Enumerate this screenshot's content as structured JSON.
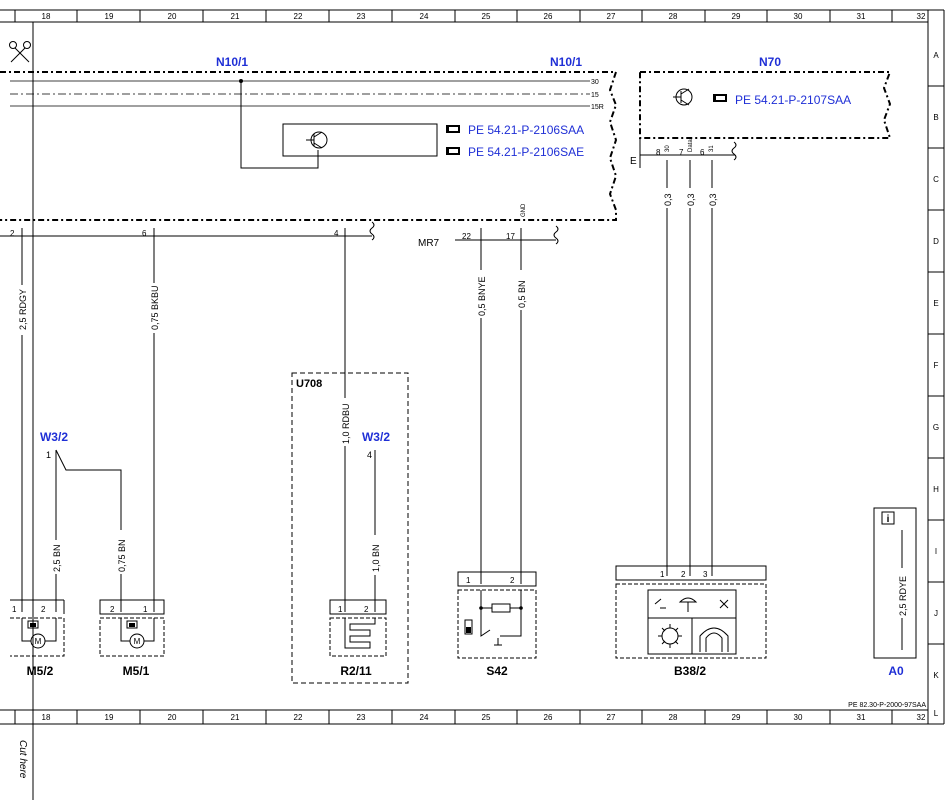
{
  "grid_columns": [
    "18",
    "19",
    "20",
    "21",
    "22",
    "23",
    "24",
    "25",
    "26",
    "27",
    "28",
    "29",
    "30",
    "31",
    "32"
  ],
  "grid_rows": [
    "A",
    "B",
    "C",
    "D",
    "E",
    "F",
    "G",
    "H",
    "I",
    "J",
    "K",
    "L"
  ],
  "modules": {
    "n10_1_left": "N10/1",
    "n10_1_right": "N10/1",
    "n70": "N70",
    "u708": "U708",
    "mr7": "MR7",
    "e_label": "E"
  },
  "bus_lines": {
    "l30": "30",
    "l15": "15",
    "l15r": "15R"
  },
  "references": {
    "ref_2106saa": "PE 54.21-P-2106SAA",
    "ref_2106sae": "PE 54.21-P-2106SAE",
    "ref_2107saa": "PE 54.21-P-2107SAA",
    "page_ref": "PE 82.30-P-2000-97SAA"
  },
  "pins": {
    "n10_2": "2",
    "n10_6": "6",
    "n10_4": "4",
    "n10_22": "22",
    "n10_17": "17",
    "n10_gnd": "GND",
    "n70_30": "30",
    "n70_data": "Data",
    "n70_31": "31",
    "n70_8": "8",
    "n70_7": "7",
    "n70_6": "6",
    "w3_1": "1",
    "w3_4": "4",
    "m52_1": "1",
    "m52_2": "2",
    "m51_2": "2",
    "m51_1": "1",
    "r211_1": "1",
    "r211_2": "2",
    "s42_1": "1",
    "s42_2": "2",
    "b382_1": "1",
    "b382_2": "2",
    "b382_3": "3"
  },
  "wires": {
    "w_rdgy": "2,5 RDGY",
    "w_bkbu": "0,75 BKBU",
    "w_rdbu": "1,0 RDBU",
    "w_bnye": "0,5 BNYE",
    "w_bn05": "0,5 BN",
    "w_03a": "0,3",
    "w_03b": "0,3",
    "w_03c": "0,3",
    "w_25bn": "2,5 BN",
    "w_075bn": "0,75 BN",
    "w_10bn": "1,0 BN",
    "w_rdye": "2,5 RDYE"
  },
  "grounds": {
    "w3_2_left": "W3/2",
    "w3_2_right": "W3/2"
  },
  "components": {
    "m5_2": "M5/2",
    "m5_1": "M5/1",
    "r2_11": "R2/11",
    "s42": "S42",
    "b38_2": "B38/2",
    "a0": "A0",
    "motor_symbol": "M",
    "info_symbol": "i"
  },
  "cut_here": "Cut here",
  "colors": {
    "link_blue": "#1f2fd6",
    "line": "#000000"
  }
}
